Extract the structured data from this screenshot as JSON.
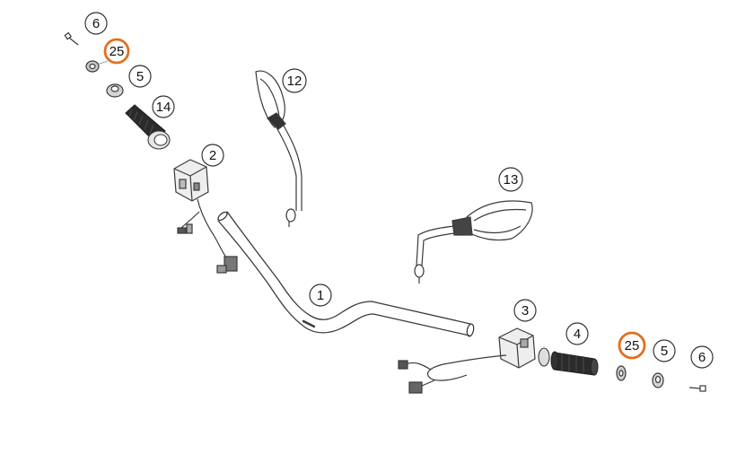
{
  "diagram": {
    "callouts": [
      {
        "id": "c6a",
        "label": "6",
        "highlight": false
      },
      {
        "id": "c25a",
        "label": "25",
        "highlight": true
      },
      {
        "id": "c5a",
        "label": "5",
        "highlight": false
      },
      {
        "id": "c14",
        "label": "14",
        "highlight": false
      },
      {
        "id": "c12",
        "label": "12",
        "highlight": false
      },
      {
        "id": "c2",
        "label": "2",
        "highlight": false
      },
      {
        "id": "c13",
        "label": "13",
        "highlight": false
      },
      {
        "id": "c1",
        "label": "1",
        "highlight": false
      },
      {
        "id": "c3",
        "label": "3",
        "highlight": false
      },
      {
        "id": "c4",
        "label": "4",
        "highlight": false
      },
      {
        "id": "c25b",
        "label": "25",
        "highlight": true
      },
      {
        "id": "c5b",
        "label": "5",
        "highlight": false
      },
      {
        "id": "c6b",
        "label": "6",
        "highlight": false
      }
    ],
    "colors": {
      "line": "#3a3a3a",
      "highlight": "#e07020",
      "grip": "#2b2b2b",
      "metal": "#d4d4d4"
    }
  }
}
